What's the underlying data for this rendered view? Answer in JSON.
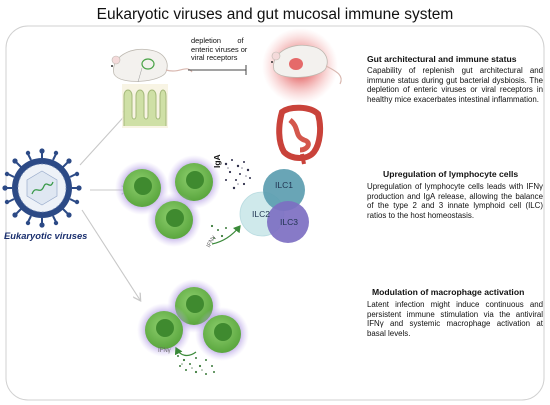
{
  "title": "Eukaryotic viruses and gut mucosal immune system",
  "virus_label": "Eukaryotic viruses",
  "depletion_note": {
    "line1": "depletion        of",
    "line2": "enteric viruses or",
    "line3": "viral receptors"
  },
  "sections": [
    {
      "heading": "Gut architectural and immune status",
      "text": "Capability of replenish gut architectural and immune status during gut bacterial dysbiosis. The depletion of enteric viruses or viral receptors in healthy mice exacerbates intestinal inflammation."
    },
    {
      "heading": "Upregulation of lymphocyte cells",
      "text": "Upregulation of lymphocyte cells leads with IFNγ production and IgA release, allowing the balance of the type 2 and 3 innate lymphoid cell (ILC) ratios to the host homeostasis."
    },
    {
      "heading": "Modulation of macrophage activation",
      "text": "Latent infection might induce continuous and persistent immune stimulation via the antiviral IFNγ and systemic macrophage activation at basal levels."
    }
  ],
  "labels": {
    "iga": "IgA",
    "ilc1": "ILC1",
    "ilc2": "ILC2",
    "ilc3": "ILC3",
    "ifn1": "IFNγ",
    "ifn2": "IFNγ"
  },
  "colors": {
    "frame": "#cfcfcf",
    "cell_fill": "#6ab84d",
    "cell_nucleus": "#3f8a2f",
    "cell_glow": "#9b7fd6",
    "virus_blue": "#2c4a86",
    "ilc1": "#4a8fa3",
    "ilc2": "#a9d3d8",
    "ilc3": "#6f63b5",
    "mouse_glow": "#e05050",
    "intestine": "#c9423a"
  }
}
